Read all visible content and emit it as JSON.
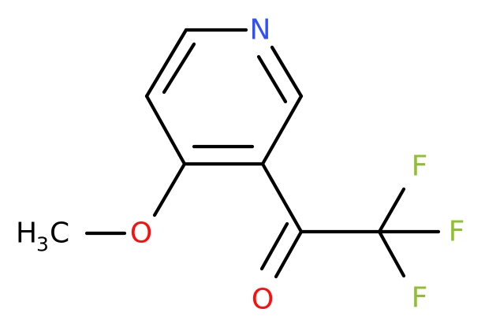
{
  "labels": {
    "n": "N",
    "o_methoxy": "O",
    "o_carbonyl": "O",
    "f1": "F",
    "f2": "F",
    "f3": "F",
    "methyl_h": "H",
    "methyl_sub": "3",
    "methyl_c": "C"
  },
  "colors": {
    "bond": "#000000",
    "nitrogen": "#3050F8",
    "oxygen": "#FF0D0D",
    "fluorine": "#90C030",
    "carbon": "#000000"
  }
}
